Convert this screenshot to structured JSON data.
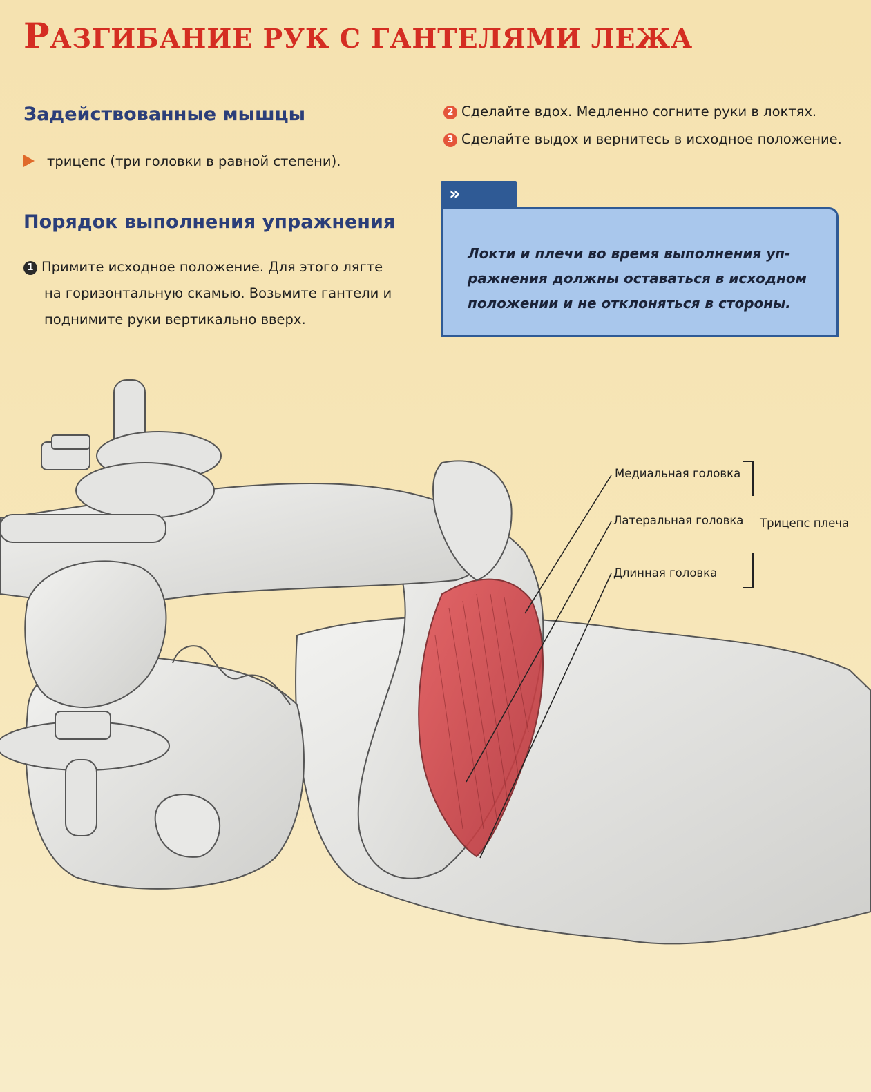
{
  "title": {
    "first_letter": "Р",
    "rest": "азгибание рук с гантелями лежа"
  },
  "muscles": {
    "heading": "Задействованные мышцы",
    "items": [
      "трицепс (три головки в равной степени)."
    ]
  },
  "procedure": {
    "heading": "Порядок выполнения упражнения",
    "steps": [
      {
        "num": "1",
        "lines": [
          "Примите исходное положение. Для этого лягте",
          "на горизонтальную скамью. Возьмите гантели и",
          "поднимите руки вертикально вверх."
        ]
      },
      {
        "num": "2",
        "text": "Сделайте вдох. Медленно согните руки в локтях."
      },
      {
        "num": "3",
        "text": "Сделайте выдох и вернитесь в исходное положение."
      }
    ]
  },
  "note": {
    "tab_icon": "»",
    "lines": [
      "Локти и плечи во время выполнения уп-",
      "ражнения должны оставаться в исходном",
      "положении и не отклоняться в стороны."
    ]
  },
  "labels": {
    "medial": "Медиальная головка",
    "lateral": "Латеральная головка",
    "long": "Длинная головка",
    "group": "Трицепс плеча"
  },
  "colors": {
    "title": "#d42d22",
    "heading": "#2b3e79",
    "note_bg": "#a9c7ec",
    "note_border": "#2f5a95",
    "muscle": "#d9484c",
    "marker": "#e06a2a"
  }
}
